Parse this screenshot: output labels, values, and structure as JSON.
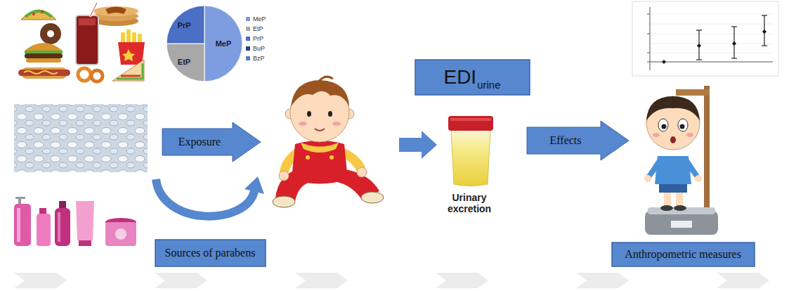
{
  "diagram": {
    "nodes": [
      {
        "text": [
          "Exposure"
        ]
      },
      {
        "text": [
          "Sources of parabens"
        ]
      },
      {
        "text": [
          "EDI",
          "urine"
        ]
      },
      {
        "text": [
          "Effects"
        ]
      },
      {
        "text": [
          "Anthropometric measures"
        ]
      }
    ],
    "labels": [
      "PrP",
      "EtP",
      "MeP",
      "Urinary excretion"
    ],
    "legend": [
      {
        "text": "MeP",
        "color": "#7d9de0"
      },
      {
        "text": "EtP",
        "color": "#a8a8a8"
      },
      {
        "text": "PrP",
        "color": "#4a6fc4"
      },
      {
        "text": "BuP",
        "color": "#2a3f80"
      },
      {
        "text": "BzP",
        "color": "#5f7fb8"
      }
    ]
  }
}
